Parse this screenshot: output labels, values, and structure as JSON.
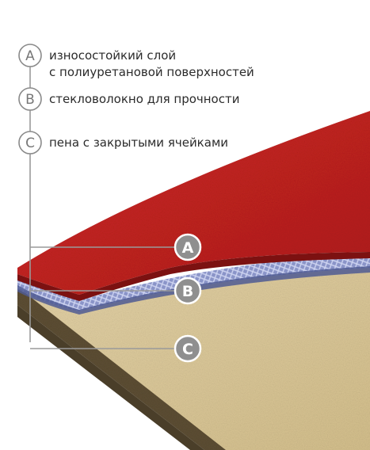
{
  "legend": [
    {
      "letter": "A",
      "lines": [
        "износостойкий слой",
        "с полиуретановой поверхностей"
      ]
    },
    {
      "letter": "B",
      "lines": [
        "стекловолокно для прочности"
      ]
    },
    {
      "letter": "C",
      "lines": [
        "пена с закрытыми ячейками"
      ]
    }
  ],
  "colors": {
    "wear_layer": "#c4201f",
    "fiberglass_layer": "#8a94c8",
    "foam_layer": "#dcc89a",
    "foam_edge": "#6b5a3a",
    "badge": "#8f8f8f",
    "leader_line": "#9a9a9a"
  }
}
